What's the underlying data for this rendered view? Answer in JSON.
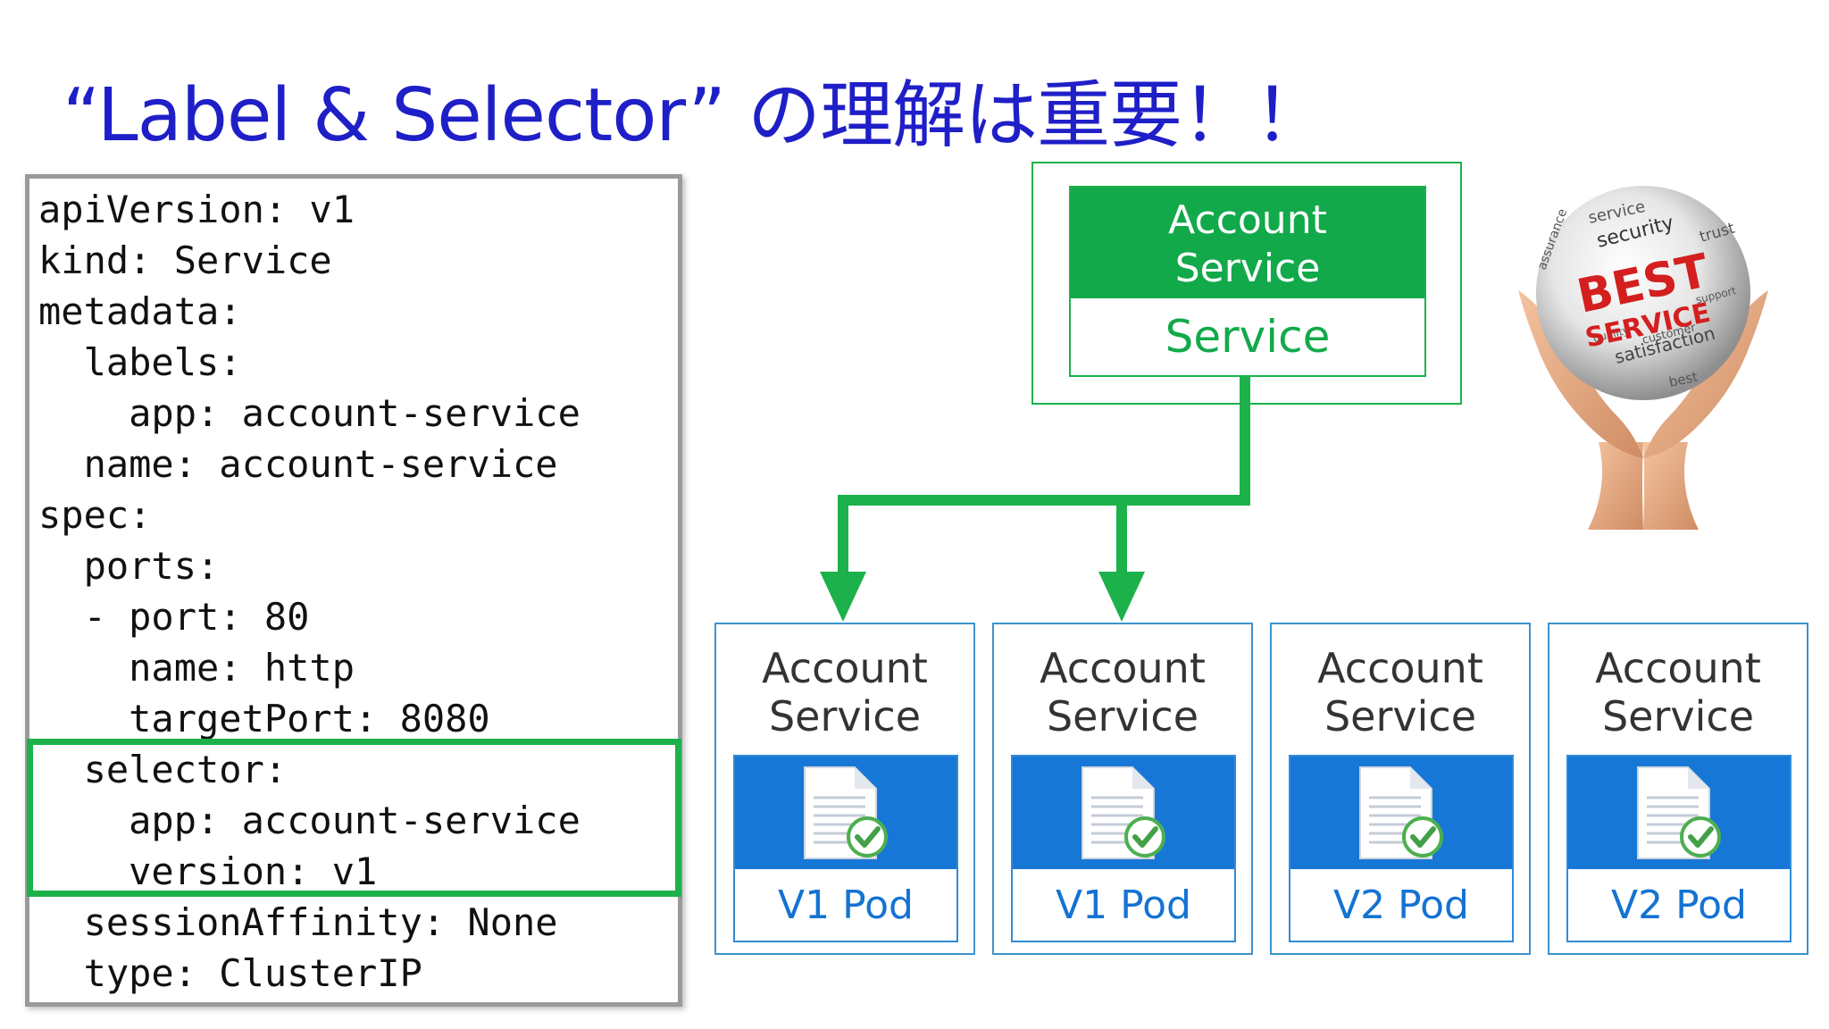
{
  "title": "“Label & Selector” の理解は重要！！",
  "yaml": {
    "lines": [
      "apiVersion: v1",
      "kind: Service",
      "metadata:",
      "  labels:",
      "    app: account-service",
      "  name: account-service",
      "spec:",
      "  ports:",
      "  - port: 80",
      "    name: http",
      "    targetPort: 8080",
      "  selector:",
      "    app: account-service",
      "    version: v1",
      "  sessionAffinity: None",
      "  type: ClusterIP"
    ]
  },
  "service": {
    "name_line1": "Account",
    "name_line2": "Service",
    "label": "Service"
  },
  "pods": [
    {
      "line1": "Account",
      "line2": "Service",
      "label": "V1 Pod"
    },
    {
      "line1": "Account",
      "line2": "Service",
      "label": "V1 Pod"
    },
    {
      "line1": "Account",
      "line2": "Service",
      "label": "V2 Pod"
    },
    {
      "line1": "Account",
      "line2": "Service",
      "label": "V2 Pod"
    }
  ],
  "illustration": {
    "best": "BEST",
    "service": "SERVICE",
    "words": [
      "service",
      "security",
      "trust",
      "satisfaction",
      "customer",
      "quality",
      "best",
      "assurance",
      "support"
    ]
  },
  "colors": {
    "title": "#1f1fc8",
    "green": "#1db14b",
    "pod_blue": "#1777d6",
    "pod_border": "#3d93cf",
    "best_red": "#d41f1f"
  }
}
